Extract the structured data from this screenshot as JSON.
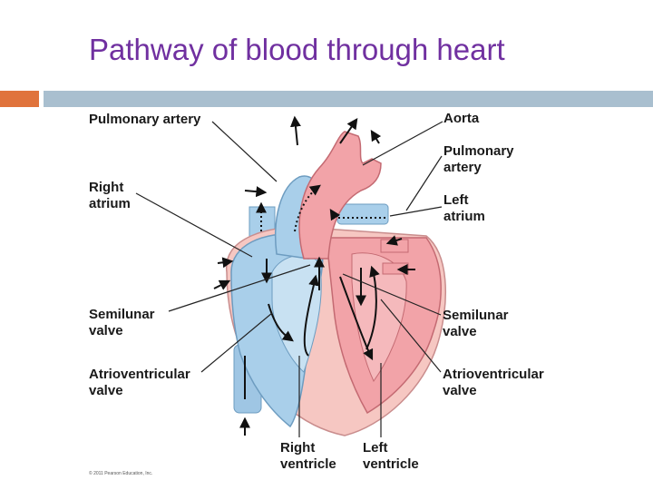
{
  "title": "Pathway of blood through heart",
  "labels": {
    "pulmonary_artery_left": "Pulmonary artery",
    "aorta": "Aorta",
    "pulmonary_artery_right_line1": "Pulmonary",
    "pulmonary_artery_right_line2": "artery",
    "right_atrium_line1": "Right",
    "right_atrium_line2": "atrium",
    "left_atrium_line1": "Left",
    "left_atrium_line2": "atrium",
    "semilunar_left_line1": "Semilunar",
    "semilunar_left_line2": "valve",
    "semilunar_right_line1": "Semilunar",
    "semilunar_right_line2": "valve",
    "av_left_line1": "Atrioventricular",
    "av_left_line2": "valve",
    "av_right_line1": "Atrioventricular",
    "av_right_line2": "valve",
    "right_ventricle_line1": "Right",
    "right_ventricle_line2": "ventricle",
    "left_ventricle_line1": "Left",
    "left_ventricle_line2": "ventricle"
  },
  "copyright": "© 2011 Pearson Education, Inc.",
  "colors": {
    "title": "#7030a0",
    "accent_orange": "#e0733c",
    "accent_blue": "#a9bfcf",
    "deoxygenated": "#a9cfea",
    "oxygenated": "#f2a3a8"
  }
}
